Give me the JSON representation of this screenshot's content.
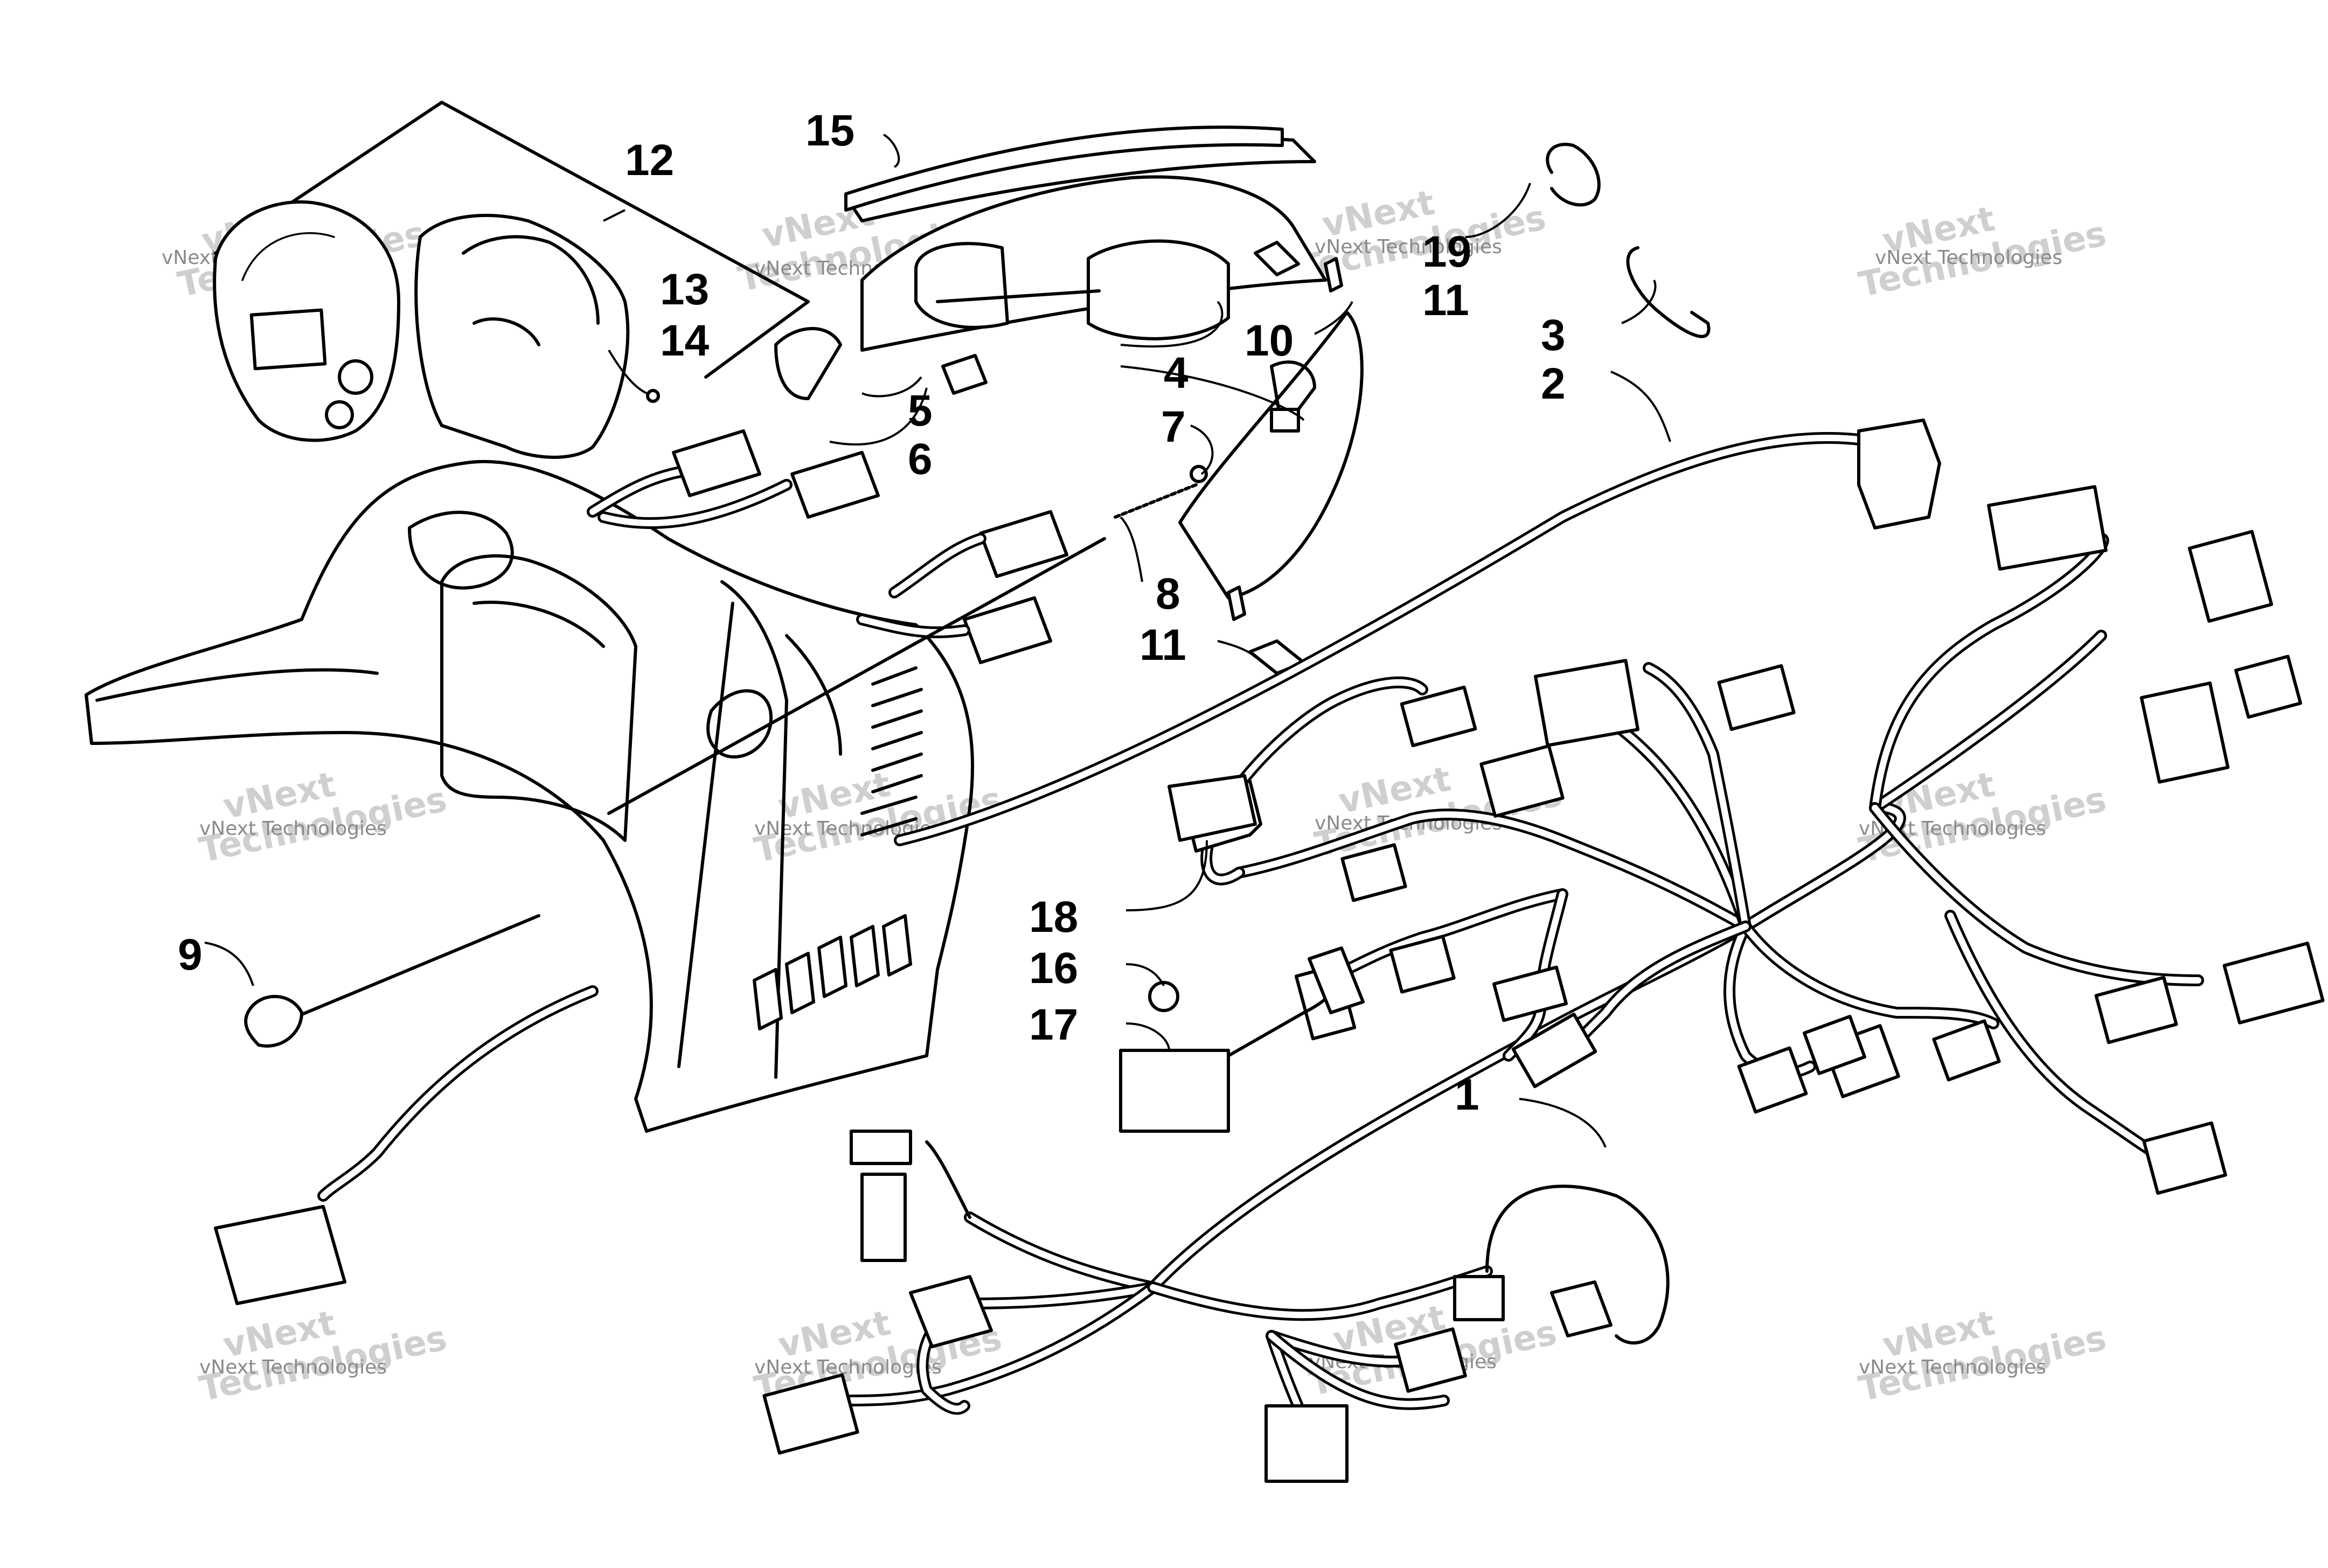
{
  "diagram": {
    "callouts": [
      {
        "id": "c1",
        "label": "1"
      },
      {
        "id": "c2",
        "label": "2"
      },
      {
        "id": "c3",
        "label": "3"
      },
      {
        "id": "c4",
        "label": "4"
      },
      {
        "id": "c5",
        "label": "5"
      },
      {
        "id": "c6",
        "label": "6"
      },
      {
        "id": "c7",
        "label": "7"
      },
      {
        "id": "c8",
        "label": "8"
      },
      {
        "id": "c9",
        "label": "9"
      },
      {
        "id": "c10",
        "label": "10"
      },
      {
        "id": "c11a",
        "label": "11"
      },
      {
        "id": "c11b",
        "label": "11"
      },
      {
        "id": "c12",
        "label": "12"
      },
      {
        "id": "c13",
        "label": "13"
      },
      {
        "id": "c14",
        "label": "14"
      },
      {
        "id": "c15",
        "label": "15"
      },
      {
        "id": "c16",
        "label": "16"
      },
      {
        "id": "c17",
        "label": "17"
      },
      {
        "id": "c18",
        "label": "18"
      },
      {
        "id": "c19",
        "label": "19"
      }
    ]
  },
  "watermark": {
    "line1": "vNext Technologies",
    "line2": "vNext\nTechnologies",
    "line2_top": "vNext",
    "line2_bottom": "Technologies"
  },
  "colors": {
    "ink": "#000000",
    "paper": "#ffffff",
    "watermark": "#cfcfcf"
  }
}
